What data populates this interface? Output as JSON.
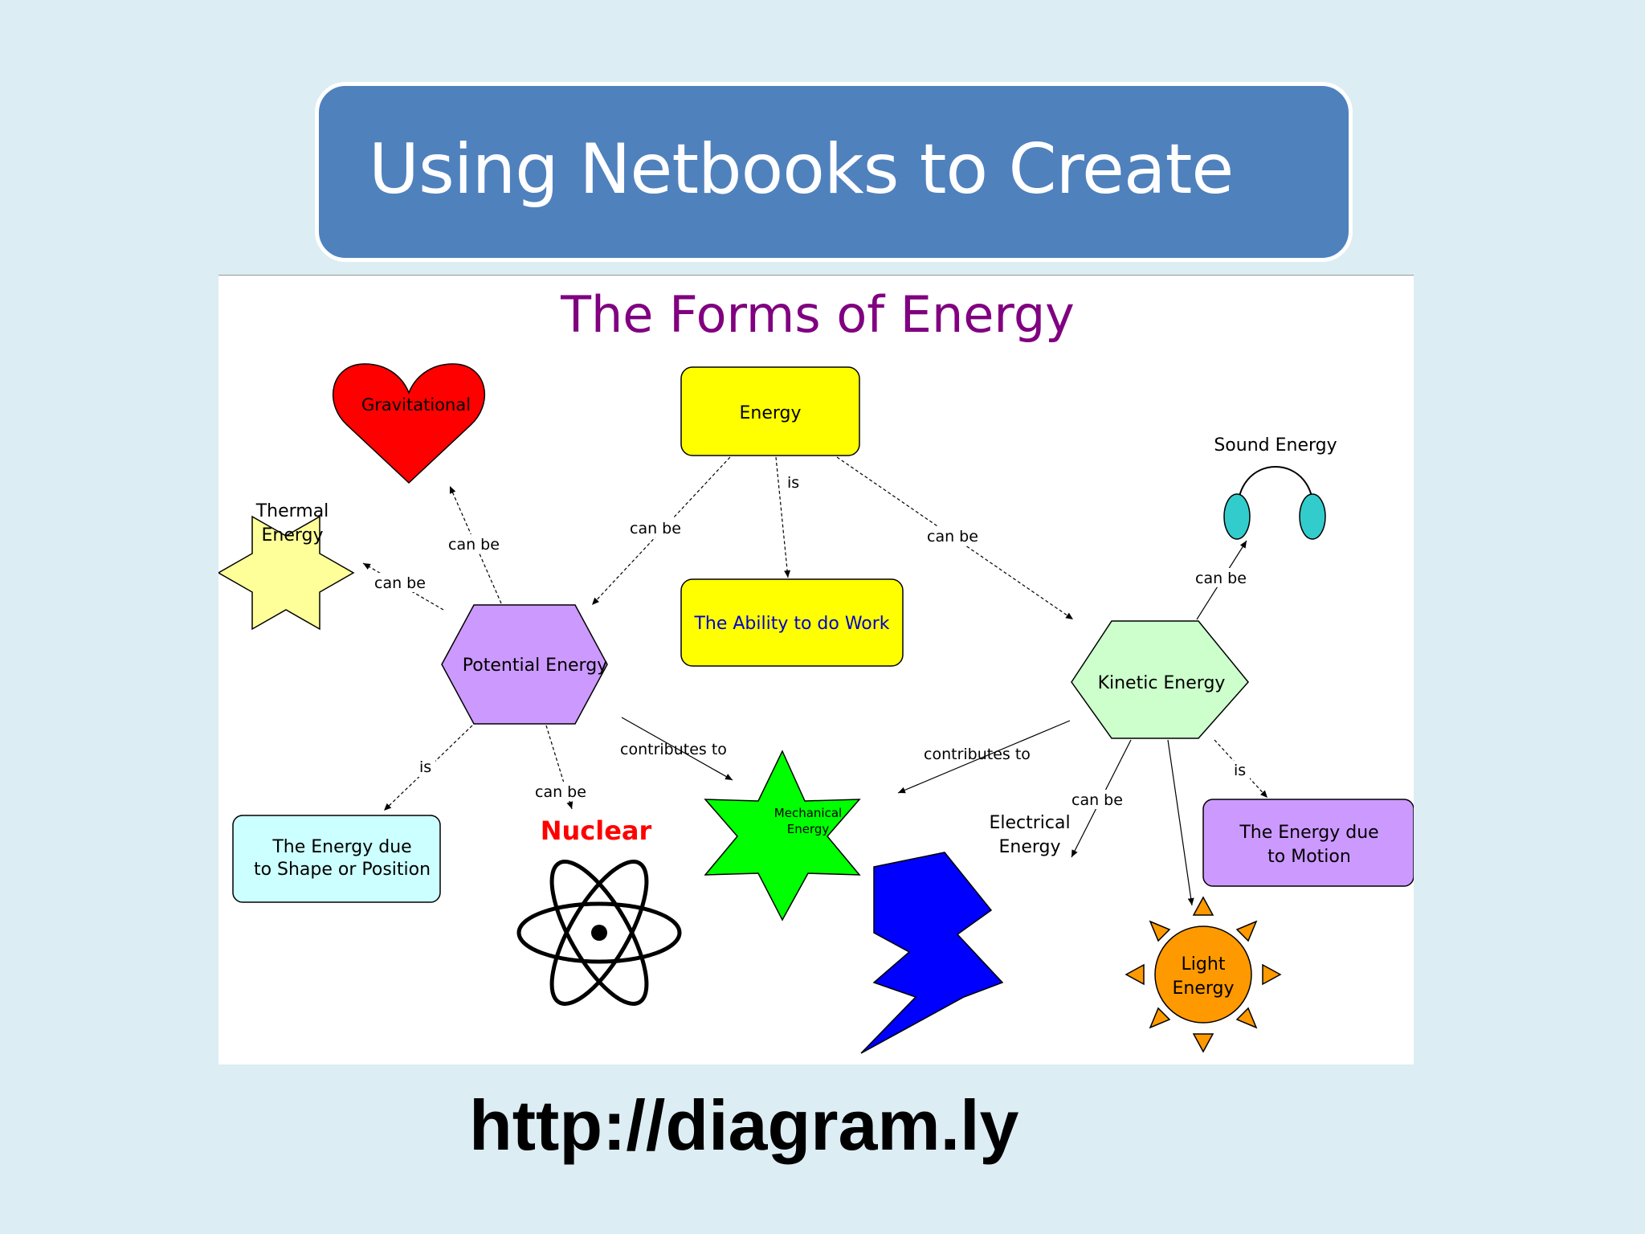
{
  "slide": {
    "title": "Using Netbooks to Create",
    "url": "http://diagram.ly"
  },
  "diagram": {
    "heading": "The Forms of Energy",
    "nodes": {
      "energy": "Energy",
      "ability": "The Ability to do Work",
      "potential": "Potential Energy",
      "kinetic": "Kinetic Energy",
      "gravitational": "Gravitational",
      "thermal_line1": "Thermal",
      "thermal_line2": "Energy",
      "sound": "Sound Energy",
      "shape_line1": "The Energy due",
      "shape_line2": "to Shape or Position",
      "nuclear": "Nuclear",
      "mechanical_line1": "Mechanical",
      "mechanical_line2": "Energy",
      "electrical_line1": "Electrical",
      "electrical_line2": "Energy",
      "light_line1": "Light",
      "light_line2": "Energy",
      "motion_line1": "The Energy due",
      "motion_line2": "to Motion"
    },
    "edges": {
      "energy_potential": "can be",
      "energy_ability": "is",
      "energy_kinetic": "can be",
      "potential_gravitational": "can be",
      "potential_thermal": "can be",
      "potential_shape": "is",
      "potential_nuclear": "can be",
      "potential_mechanical": "contributes to",
      "kinetic_mechanical": "contributes to",
      "kinetic_sound": "can be",
      "kinetic_electrical": "can be",
      "kinetic_motion": "is"
    },
    "colors": {
      "title_bar": "#4f81bd",
      "heading": "#800080",
      "energy_fill": "#ffff00",
      "potential_fill": "#cc99ff",
      "kinetic_fill": "#ccffcc",
      "heart_fill": "#ff0000",
      "thermal_fill": "#ffff99",
      "shape_fill": "#ccffff",
      "mechanical_fill": "#00ff00",
      "lightning_fill": "#0000ff",
      "sun_fill": "#ff9900",
      "motion_fill": "#cc99ff",
      "headphone_fill": "#33cccc",
      "nuclear_text": "#ff0000"
    }
  }
}
